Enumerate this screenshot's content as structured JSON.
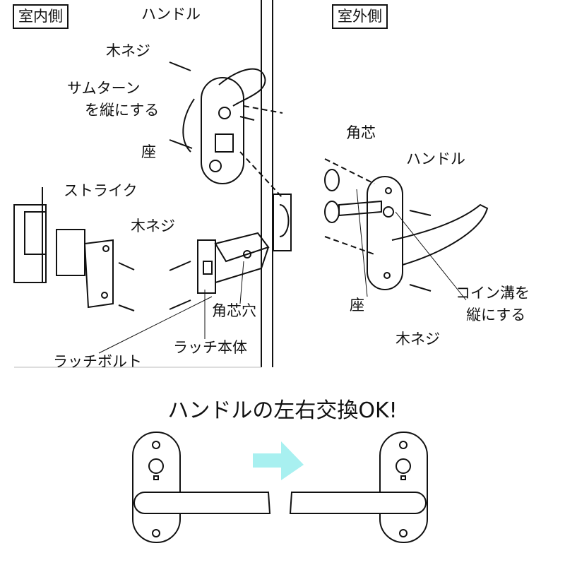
{
  "sides": {
    "indoor": "室内側",
    "outdoor": "室外側"
  },
  "indoor_labels": {
    "handle": "ハンドル",
    "wood_screw_top": "木ネジ",
    "thumb_turn_line1": "サムターン",
    "thumb_turn_line2": "を縦にする",
    "seat": "座",
    "strike": "ストライク",
    "wood_screw_mid": "木ネジ",
    "spindle_hole": "角芯穴",
    "latch_body": "ラッチ本体",
    "latch_bolt": "ラッチボルト"
  },
  "outdoor_labels": {
    "spindle": "角芯",
    "handle": "ハンドル",
    "seat": "座",
    "coin_slot_line1": "コイン溝を",
    "coin_slot_line2": "縦にする",
    "wood_screw": "木ネジ"
  },
  "headline": "ハンドルの左右交換OK!",
  "colors": {
    "arrow": "#a8f0f0",
    "line": "#111111"
  }
}
